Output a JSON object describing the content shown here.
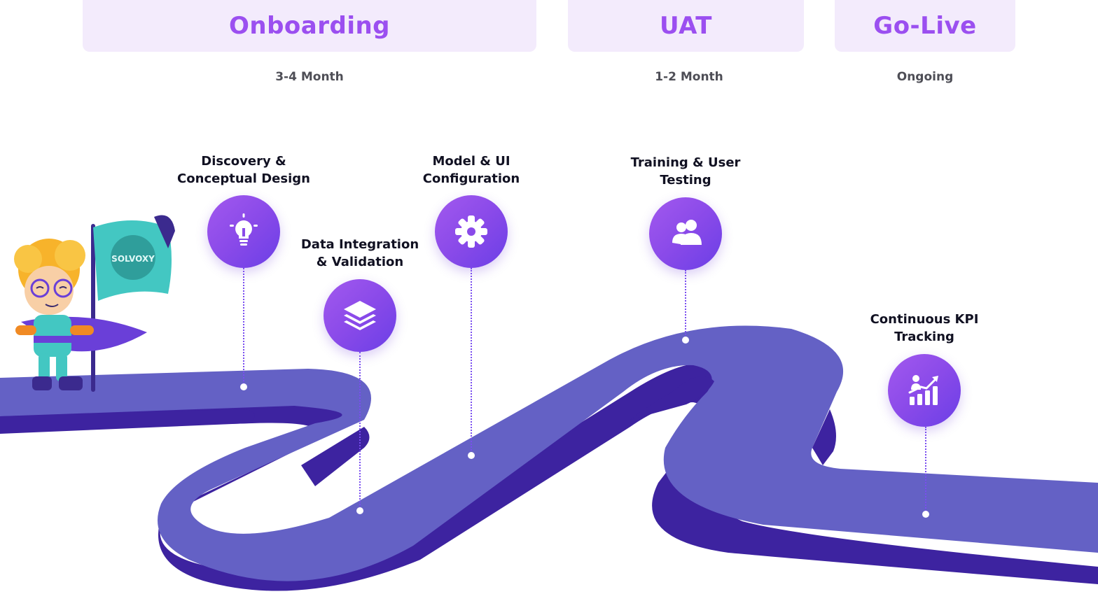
{
  "phases": [
    {
      "title": "Onboarding",
      "duration": "3-4 Month"
    },
    {
      "title": "UAT",
      "duration": "1-2 Month"
    },
    {
      "title": "Go-Live",
      "duration": "Ongoing"
    }
  ],
  "steps": [
    {
      "line1": "Discovery &",
      "line2": "Conceptual Design",
      "icon": "lightbulb-icon"
    },
    {
      "line1": "Data Integration",
      "line2": "& Validation",
      "icon": "layers-icon"
    },
    {
      "line1": "Model & UI",
      "line2": "Configuration",
      "icon": "gear-icon"
    },
    {
      "line1": "Training & User",
      "line2": "Testing",
      "icon": "users-icon"
    },
    {
      "line1": "Continuous KPI",
      "line2": "Tracking",
      "icon": "growth-chart-icon"
    }
  ],
  "mascot": {
    "flag_text": "SOLVOXY"
  },
  "colors": {
    "phase_bg": "#f3ebfc",
    "phase_text": "#9b4ff0",
    "road_top": "#6461c5",
    "road_side": "#3d23a0",
    "icon_gradient_start": "#a259ee",
    "icon_gradient_end": "#6b3fe6"
  }
}
